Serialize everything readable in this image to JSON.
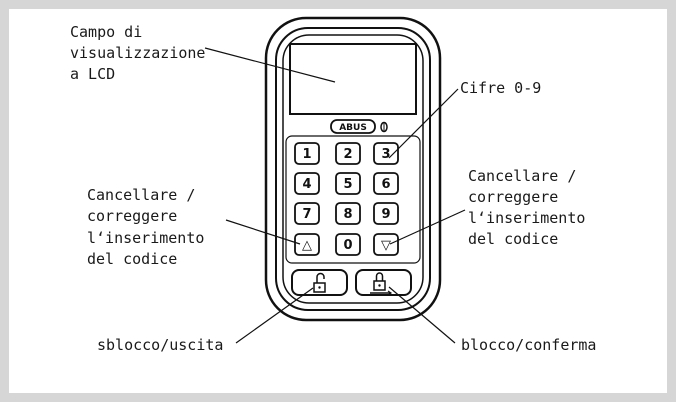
{
  "labels": {
    "display_field": [
      "Campo di",
      "visualizzazione",
      "a LCD"
    ],
    "digits": "Cifre 0-9",
    "clear_right": [
      "Cancellare /",
      "correggere",
      "l‘inserimento",
      "del codice"
    ],
    "clear_left": [
      "Cancellare /",
      "correggere",
      "l‘inserimento",
      "del codice"
    ],
    "unlock": "sblocco/uscita",
    "lock": "blocco/conferma"
  },
  "keypad": {
    "brand": "ABUS",
    "rows": [
      [
        "1",
        "2",
        "3"
      ],
      [
        "4",
        "5",
        "6"
      ],
      [
        "7",
        "8",
        "9"
      ],
      [
        "△",
        "0",
        "▽"
      ]
    ]
  },
  "colors": {
    "frame": "#d6d6d6",
    "ink": "#1a1a1a"
  }
}
